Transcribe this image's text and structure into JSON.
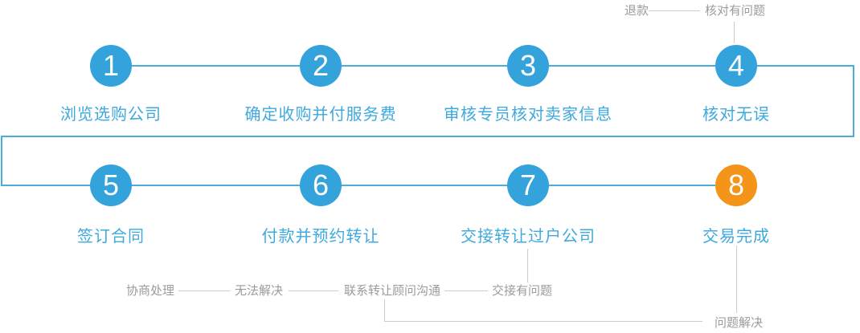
{
  "flow": {
    "steps": [
      {
        "number": "1",
        "label": "浏览选购公司"
      },
      {
        "number": "2",
        "label": "确定收购并付服务费"
      },
      {
        "number": "3",
        "label": "审核专员核对卖家信息"
      },
      {
        "number": "4",
        "label": "核对无误"
      },
      {
        "number": "5",
        "label": "签订合同"
      },
      {
        "number": "6",
        "label": "付款并预约转让"
      },
      {
        "number": "7",
        "label": "交接转让过户公司"
      },
      {
        "number": "8",
        "label": "交易完成"
      }
    ]
  },
  "branch_top": {
    "refund_label": "退款",
    "check_problem_label": "核对有问题"
  },
  "branch_bottom": {
    "negotiate_label": "协商处理",
    "unresolved_label": "无法解决",
    "contact_label": "联系转让顾问沟通",
    "handover_problem_label": "交接有问题",
    "problem_solved_label": "问题解决"
  },
  "colors": {
    "step_blue": "#35a3db",
    "step_orange": "#f49418",
    "label_blue": "#3fa9dd",
    "connector_blue": "#4aabdd",
    "connector_gray": "#cccccc",
    "annotation_gray": "#9b9b9b"
  }
}
